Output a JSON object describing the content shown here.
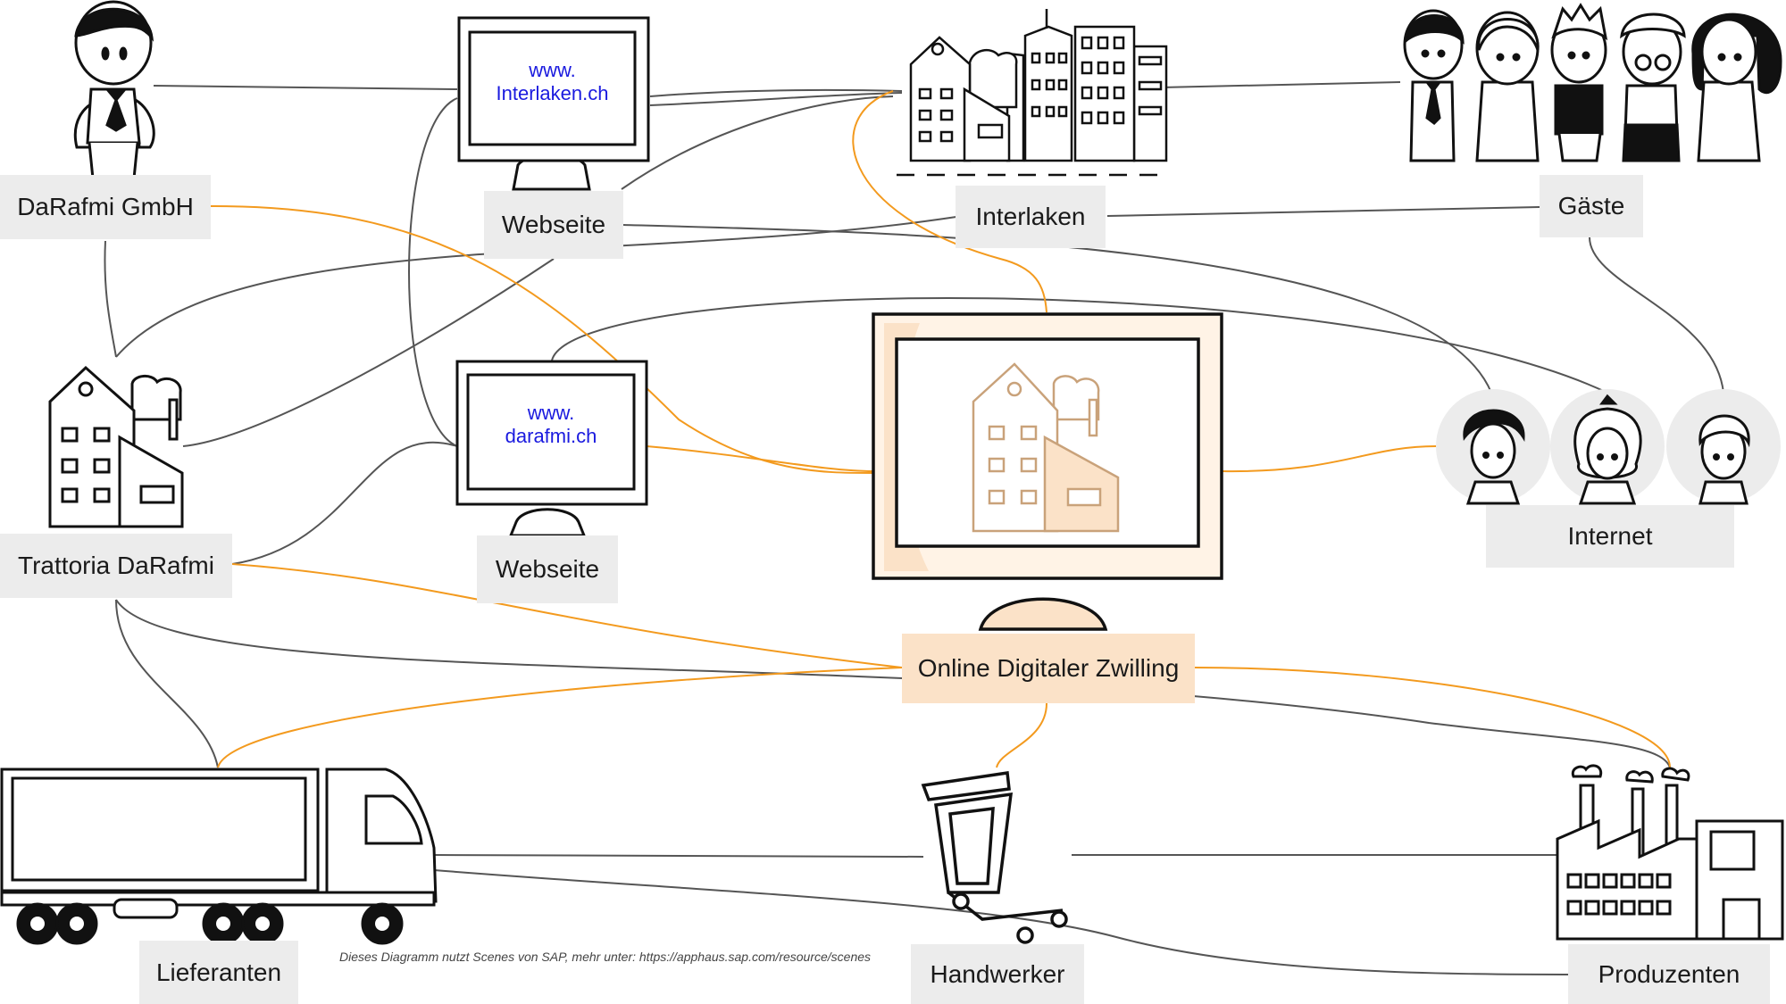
{
  "nodes": {
    "darafmi_gmbh": "DaRafmi GmbH",
    "webseite_top": "Webseite",
    "interlaken": "Interlaken",
    "gaeste": "Gäste",
    "trattoria": "Trattoria DaRafmi",
    "webseite_mid": "Webseite",
    "internet": "Internet",
    "twin": "Online Digitaler Zwilling",
    "lieferanten": "Lieferanten",
    "handwerker": "Handwerker",
    "produzenten": "Produzenten"
  },
  "screens": {
    "interlaken_url_line1": "www.",
    "interlaken_url_line2": "Interlaken.ch",
    "darafmi_url_line1": "www.",
    "darafmi_url_line2": "darafmi.ch"
  },
  "credit": "Dieses Diagramm nutzt Scenes von SAP, mehr unter: https://apphaus.sap.com/resource/scenes",
  "colors": {
    "connector_gray": "#555555",
    "connector_orange": "#f39a1e",
    "label_bg": "#ececec",
    "twin_label_bg": "#fbe2c8",
    "url_blue": "#1a1adf"
  }
}
